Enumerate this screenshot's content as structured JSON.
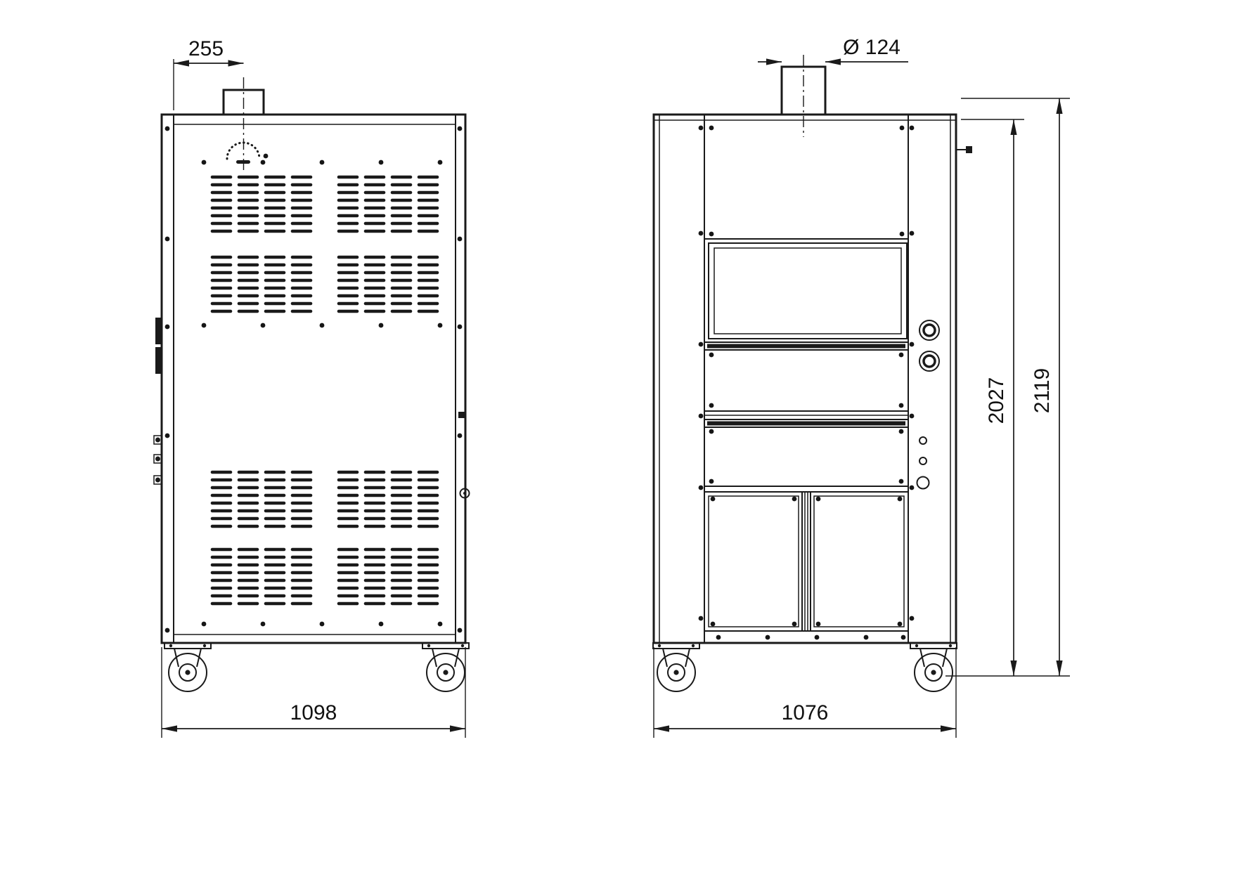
{
  "drawing": {
    "rear_view": {
      "chimney_offset": "255",
      "overall_width": "1098"
    },
    "front_view": {
      "chimney_diameter": "Ø 124",
      "overall_width": "1076",
      "body_height": "2027",
      "overall_height": "2119"
    },
    "colors": {
      "line": "#1a1a1a",
      "background": "#ffffff"
    }
  }
}
